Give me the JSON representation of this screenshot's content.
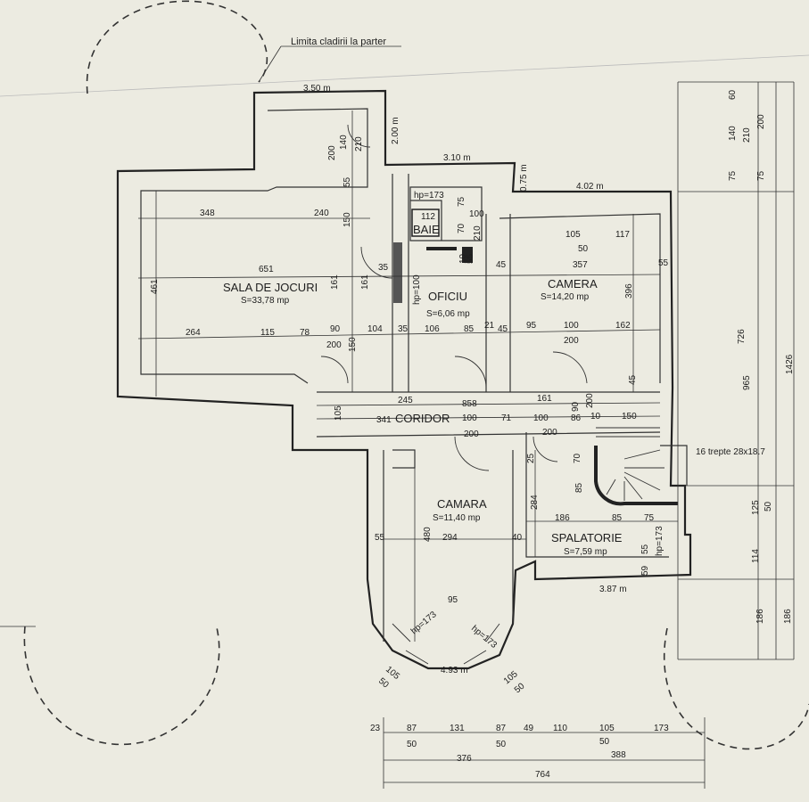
{
  "plan": {
    "note_limit": "Limita cladirii la parter",
    "rooms": [
      {
        "name": "SALA DE JOCURI",
        "area": "S=33,78 mp"
      },
      {
        "name": "OFICIU",
        "area": "S=6,06 mp"
      },
      {
        "name": "CAMERA",
        "area": "S=14,20 mp"
      },
      {
        "name": "BAIE",
        "area": ""
      },
      {
        "name": "CORIDOR",
        "area": ""
      },
      {
        "name": "CAMARA",
        "area": "S=11,40 mp"
      },
      {
        "name": "SPALATORIE",
        "area": "S=7,59 mp"
      }
    ],
    "stairs_note": "16 trepte 28x18.7",
    "corridor_len": "341"
  },
  "dims": [
    "3.50 m",
    "2.00 m",
    "3.10 m",
    "0.75 m",
    "4.02 m",
    "348",
    "240",
    "651",
    "461",
    "264",
    "115",
    "78",
    "90",
    "200",
    "150",
    "104",
    "140",
    "200",
    "210",
    "55",
    "150",
    "161",
    "161",
    "35",
    "35",
    "106",
    "85",
    "21",
    "45",
    "hp=173",
    "112",
    "75",
    "70",
    "210",
    "100",
    "10",
    "55",
    "45",
    "105",
    "117",
    "50",
    "357",
    "55",
    "396",
    "95",
    "100",
    "162",
    "200",
    "245",
    "858",
    "161",
    "90",
    "200",
    "45",
    "105",
    "100",
    "71",
    "100",
    "86",
    "10",
    "150",
    "200",
    "200",
    "25",
    "70",
    "85",
    "55",
    "480",
    "294",
    "40",
    "284",
    "186",
    "85",
    "75",
    "hp=173",
    "59",
    "55",
    "3.87 m",
    "95",
    "hp=173",
    "hp=173",
    "4.93 m",
    "105",
    "50",
    "105",
    "50",
    "hp=100",
    "60",
    "140",
    "210",
    "200",
    "75",
    "75",
    "726",
    "965",
    "1426",
    "125",
    "50",
    "114",
    "186",
    "186",
    "23",
    "87",
    "131",
    "87",
    "49",
    "110",
    "105",
    "173",
    "50",
    "50",
    "50",
    "376",
    "388",
    "764"
  ]
}
